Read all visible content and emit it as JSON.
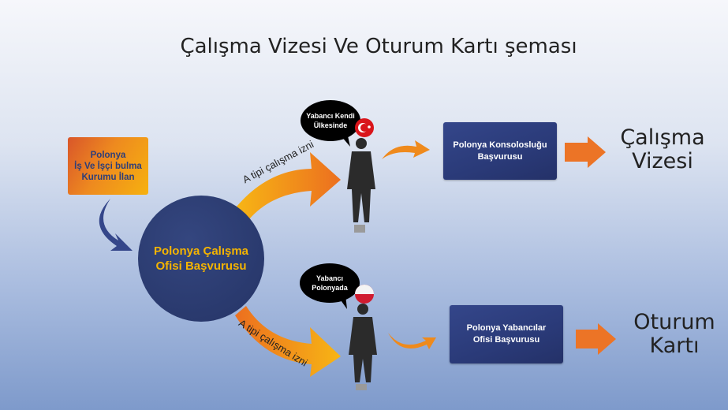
{
  "title": "Çalışma Vizesi Ve Oturum Kartı şeması",
  "source_box": "Polonya\nİş Ve İşçi bulma\nKurumu İlan",
  "center_circle": "Polonya Çalışma\nOfisi Başvurusu",
  "upper_path": {
    "arrow_label": "A tipi çalışma izni",
    "bubble": "Yabancı Kendi\nÜlkesinde",
    "flag": "turkey-flag-icon",
    "office": "Polonya Konsolosluğu\nBaşvurusu",
    "result": "Çalışma\nVizesi"
  },
  "lower_path": {
    "arrow_label": "A tipi çalışma izni",
    "bubble": "Yabancı\nPolonyada",
    "flag": "poland-flag-icon",
    "office": "Polonya Yabancılar\nOfisi Başvurusu",
    "result": "Oturum\nKartı"
  },
  "colors": {
    "navy": "#2a3a78",
    "orange": "#ee8a1f",
    "yellow": "#f5b400"
  }
}
